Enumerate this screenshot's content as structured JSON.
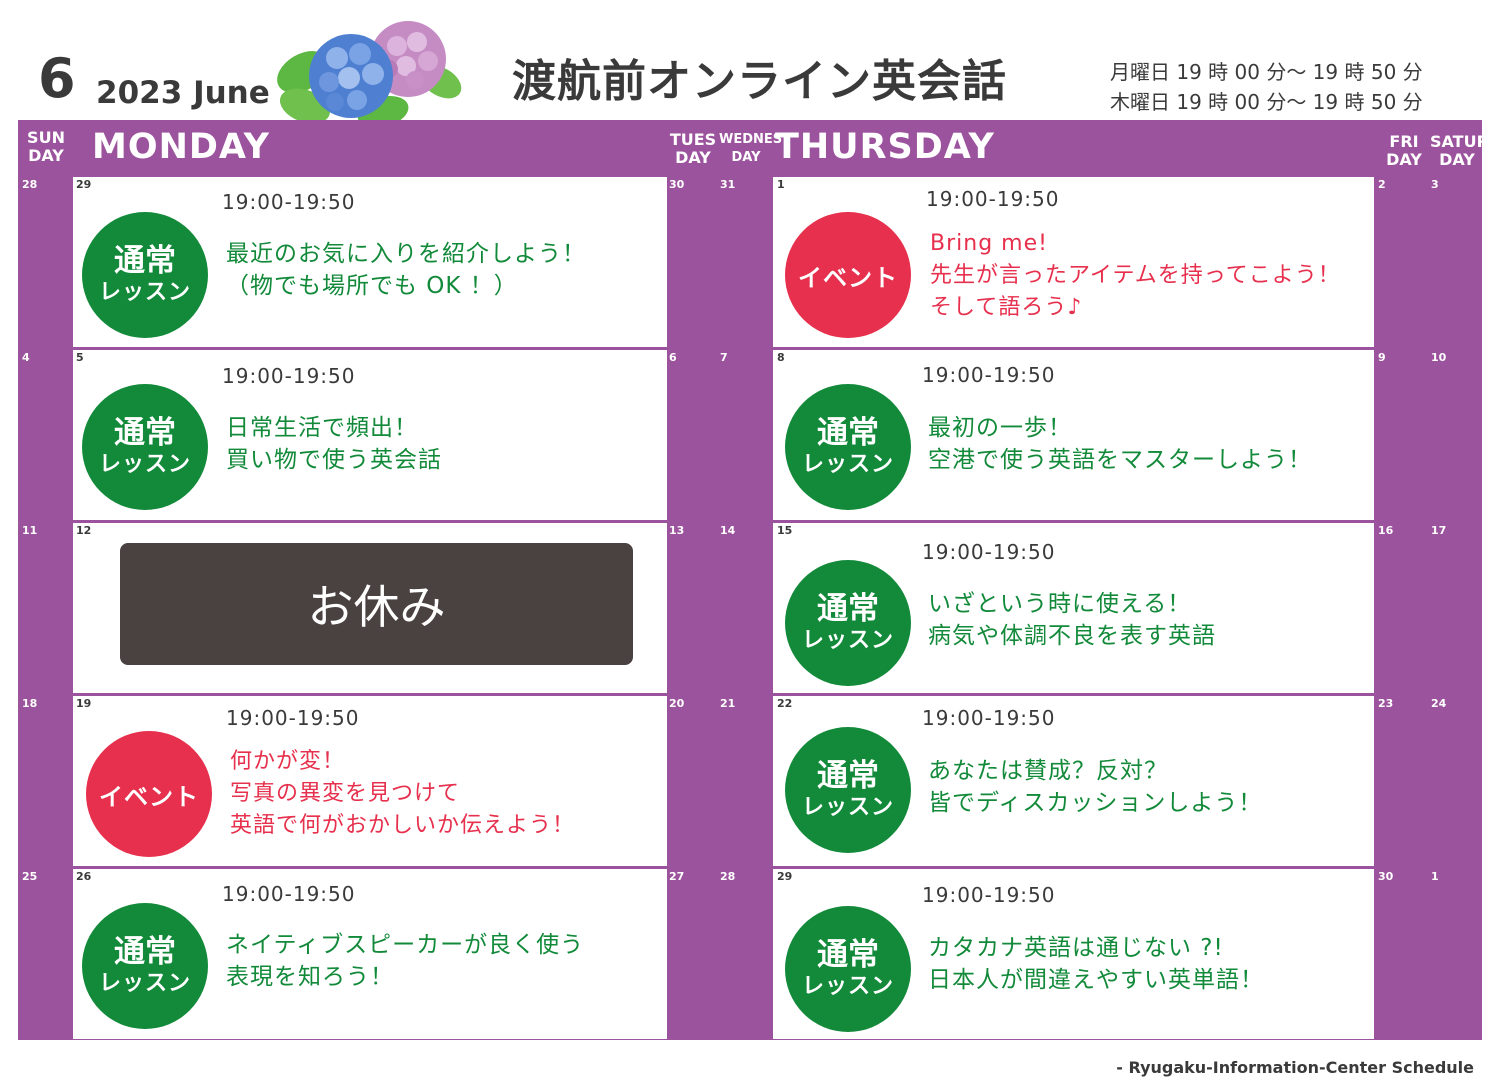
{
  "header": {
    "month_number": "6",
    "month_label": "2023 June",
    "title": "渡航前オンライン英会話",
    "schedule": [
      "月曜日 19 時 00 分〜 19 時 50 分",
      "木曜日 19 時 00 分〜 19 時 50 分"
    ]
  },
  "days": {
    "sun": [
      "SUN",
      "DAY"
    ],
    "mon": "MONDAY",
    "tue": [
      "TUES",
      "DAY"
    ],
    "wed": [
      "WEDNES",
      "DAY"
    ],
    "thu": "THURSDAY",
    "fri": [
      "FRI",
      "DAY"
    ],
    "sat": [
      "SATUR",
      "DAY"
    ]
  },
  "badges": {
    "regular_line1": "通常",
    "regular_line2": "レッスン",
    "event": "イベント"
  },
  "weeks": [
    {
      "dates": [
        "28",
        "29",
        "30",
        "31",
        "1",
        "2",
        "3"
      ],
      "monday": {
        "time": "19:00-19:50",
        "type": "regular",
        "lines": [
          "最近のお気に入りを紹介しよう！",
          "（物でも場所でも OK ！）"
        ]
      },
      "thursday": {
        "time": "19:00-19:50",
        "type": "event",
        "lines": [
          "Bring me!",
          "先生が言ったアイテムを持ってこよう！",
          "そして語ろう♪"
        ]
      }
    },
    {
      "dates": [
        "4",
        "5",
        "6",
        "7",
        "8",
        "9",
        "10"
      ],
      "monday": {
        "time": "19:00-19:50",
        "type": "regular",
        "lines": [
          "日常生活で頻出！",
          "買い物で使う英会話"
        ]
      },
      "thursday": {
        "time": "19:00-19:50",
        "type": "regular",
        "lines": [
          "最初の一歩！",
          "空港で使う英語をマスターしよう！"
        ]
      }
    },
    {
      "dates": [
        "11",
        "12",
        "13",
        "14",
        "15",
        "16",
        "17"
      ],
      "monday": {
        "holiday": "お休み"
      },
      "thursday": {
        "time": "19:00-19:50",
        "type": "regular",
        "lines": [
          "いざという時に使える！",
          "病気や体調不良を表す英語"
        ]
      }
    },
    {
      "dates": [
        "18",
        "19",
        "20",
        "21",
        "22",
        "23",
        "24"
      ],
      "monday": {
        "time": "19:00-19:50",
        "type": "event",
        "lines": [
          "何かが変！",
          "写真の異変を見つけて",
          "英語で何がおかしいか伝えよう！"
        ]
      },
      "thursday": {
        "time": "19:00-19:50",
        "type": "regular",
        "lines": [
          "あなたは賛成？反対？",
          "皆でディスカッションしよう！"
        ]
      }
    },
    {
      "dates": [
        "25",
        "26",
        "27",
        "28",
        "29",
        "30",
        "1"
      ],
      "monday": {
        "time": "19:00-19:50",
        "type": "regular",
        "lines": [
          "ネイティブスピーカーが良く使う",
          "表現を知ろう！"
        ]
      },
      "thursday": {
        "time": "19:00-19:50",
        "type": "regular",
        "lines": [
          "カタカナ英語は通じない ?!",
          "日本人が間違えやすい英単語！"
        ]
      }
    }
  ],
  "footer": "-  Ryugaku-Information-Center Schedule",
  "colors": {
    "frame": "#9c539d",
    "regular": "#128a3a",
    "event": "#e6304d",
    "holiday": "#4a4240"
  }
}
